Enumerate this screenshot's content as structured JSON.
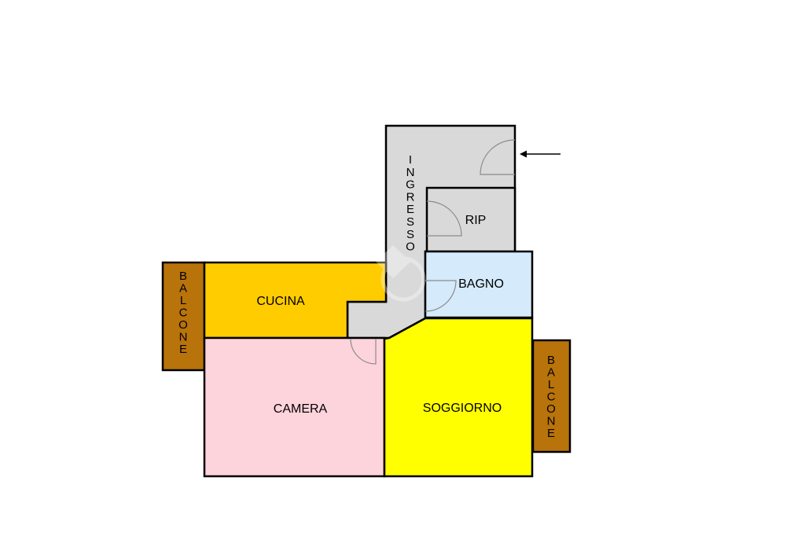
{
  "rooms": {
    "ingresso": {
      "label": "INGRESSO",
      "color": "#d9d9d9"
    },
    "rip": {
      "label": "RIP",
      "color": "#d9d9d9"
    },
    "bagno": {
      "label": "BAGNO",
      "color": "#d5eafa"
    },
    "cucina": {
      "label": "CUCINA",
      "color": "#ffcc00"
    },
    "camera": {
      "label": "CAMERA",
      "color": "#fdd3dc"
    },
    "soggiorno": {
      "label": "SOGGIORNO",
      "color": "#ffff00"
    },
    "balcone_left": {
      "label": "BALCONE",
      "color": "#b8730a"
    },
    "balcone_right": {
      "label": "BALCONE",
      "color": "#b8730a"
    }
  },
  "entrance_arrow": {
    "icon": "arrow-left-icon"
  }
}
